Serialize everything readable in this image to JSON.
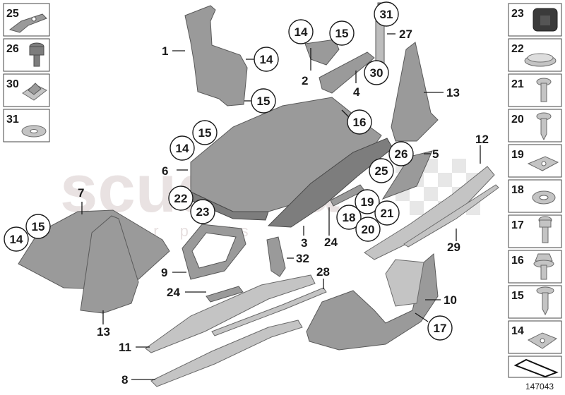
{
  "watermark": {
    "brand": "scuderia",
    "tagline": "car  parts"
  },
  "catalog_number": "147043",
  "legend": [
    {
      "num": "25"
    },
    {
      "num": "26"
    },
    {
      "num": "30"
    },
    {
      "num": "31"
    }
  ],
  "legend_right": [
    {
      "num": "23"
    },
    {
      "num": "22"
    },
    {
      "num": "21"
    },
    {
      "num": "20"
    },
    {
      "num": "19"
    },
    {
      "num": "18"
    },
    {
      "num": "17"
    },
    {
      "num": "16"
    },
    {
      "num": "15"
    },
    {
      "num": "14"
    }
  ],
  "callouts": [
    "14",
    "15",
    "14",
    "15",
    "14",
    "15",
    "22",
    "23",
    "14",
    "15",
    "16",
    "30",
    "31",
    "26",
    "25",
    "19",
    "18",
    "21",
    "20",
    "17"
  ],
  "labels": [
    "1",
    "2",
    "4",
    "6",
    "7",
    "3",
    "5",
    "12",
    "13",
    "27",
    "24",
    "29",
    "32",
    "28",
    "9",
    "24",
    "10",
    "11",
    "13",
    "8"
  ]
}
